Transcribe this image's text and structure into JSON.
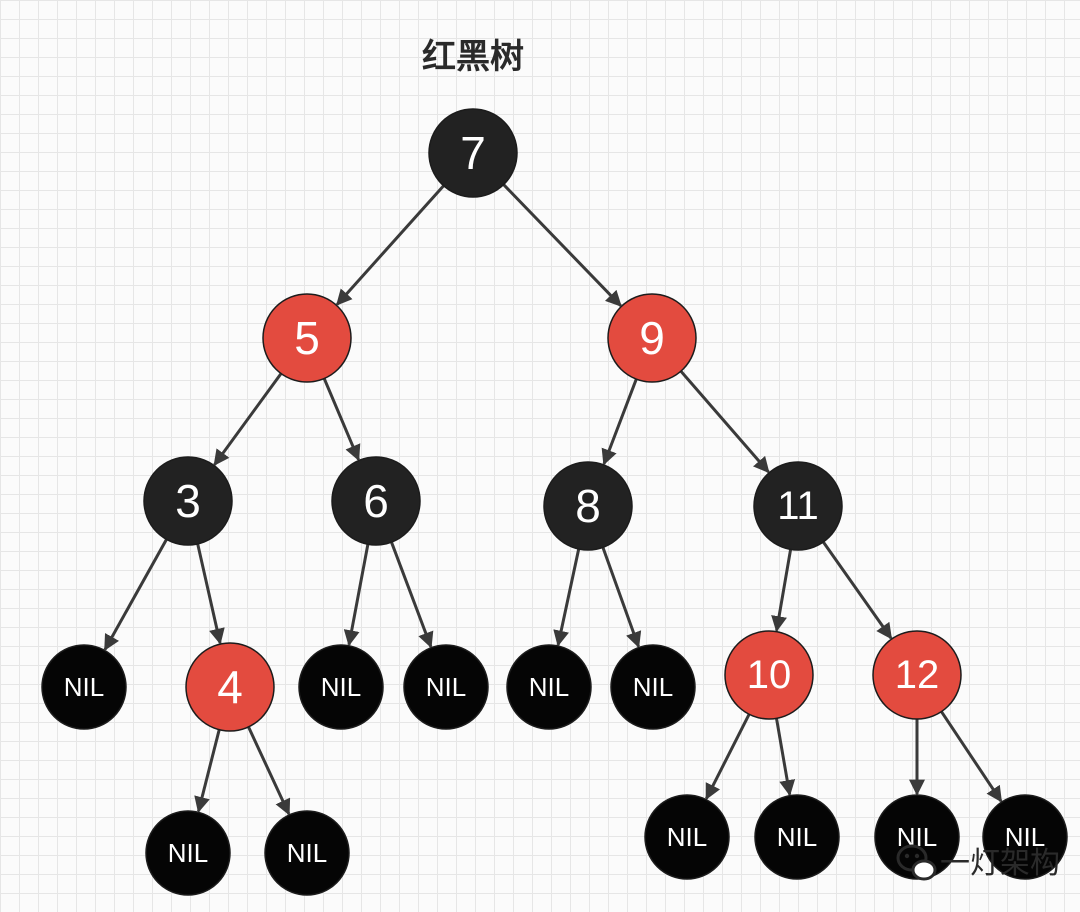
{
  "title": "红黑树",
  "watermark": {
    "icon": "wechat-icon",
    "text": "一灯架构"
  },
  "colors": {
    "black_node": "#222222",
    "nil_node": "#050505",
    "red_node": "#e34b3f",
    "edge": "#3a3a3a",
    "label": "#ffffff",
    "grid": "#e6e6e6",
    "background": "#fbfbfb"
  },
  "tree": {
    "nodes": [
      {
        "id": "n7",
        "label": "7",
        "color": "black"
      },
      {
        "id": "n5",
        "label": "5",
        "color": "red"
      },
      {
        "id": "n9",
        "label": "9",
        "color": "red"
      },
      {
        "id": "n3",
        "label": "3",
        "color": "black"
      },
      {
        "id": "n6",
        "label": "6",
        "color": "black"
      },
      {
        "id": "n8",
        "label": "8",
        "color": "black"
      },
      {
        "id": "n11",
        "label": "11",
        "color": "black"
      },
      {
        "id": "nil3l",
        "label": "NIL",
        "color": "nil"
      },
      {
        "id": "n4",
        "label": "4",
        "color": "red"
      },
      {
        "id": "nil6l",
        "label": "NIL",
        "color": "nil"
      },
      {
        "id": "nil6r",
        "label": "NIL",
        "color": "nil"
      },
      {
        "id": "nil8l",
        "label": "NIL",
        "color": "nil"
      },
      {
        "id": "nil8r",
        "label": "NIL",
        "color": "nil"
      },
      {
        "id": "n10",
        "label": "10",
        "color": "red"
      },
      {
        "id": "n12",
        "label": "12",
        "color": "red"
      },
      {
        "id": "nil4l",
        "label": "NIL",
        "color": "nil"
      },
      {
        "id": "nil4r",
        "label": "NIL",
        "color": "nil"
      },
      {
        "id": "nil10l",
        "label": "NIL",
        "color": "nil"
      },
      {
        "id": "nil10r",
        "label": "NIL",
        "color": "nil"
      },
      {
        "id": "nil12l",
        "label": "NIL",
        "color": "nil"
      },
      {
        "id": "nil12r",
        "label": "NIL",
        "color": "nil"
      }
    ],
    "edges": [
      [
        "n7",
        "n5"
      ],
      [
        "n7",
        "n9"
      ],
      [
        "n5",
        "n3"
      ],
      [
        "n5",
        "n6"
      ],
      [
        "n9",
        "n8"
      ],
      [
        "n9",
        "n11"
      ],
      [
        "n3",
        "nil3l"
      ],
      [
        "n3",
        "n4"
      ],
      [
        "n6",
        "nil6l"
      ],
      [
        "n6",
        "nil6r"
      ],
      [
        "n8",
        "nil8l"
      ],
      [
        "n8",
        "nil8r"
      ],
      [
        "n11",
        "n10"
      ],
      [
        "n11",
        "n12"
      ],
      [
        "n4",
        "nil4l"
      ],
      [
        "n4",
        "nil4r"
      ],
      [
        "n10",
        "nil10l"
      ],
      [
        "n10",
        "nil10r"
      ],
      [
        "n12",
        "nil12l"
      ],
      [
        "n12",
        "nil12r"
      ]
    ]
  }
}
